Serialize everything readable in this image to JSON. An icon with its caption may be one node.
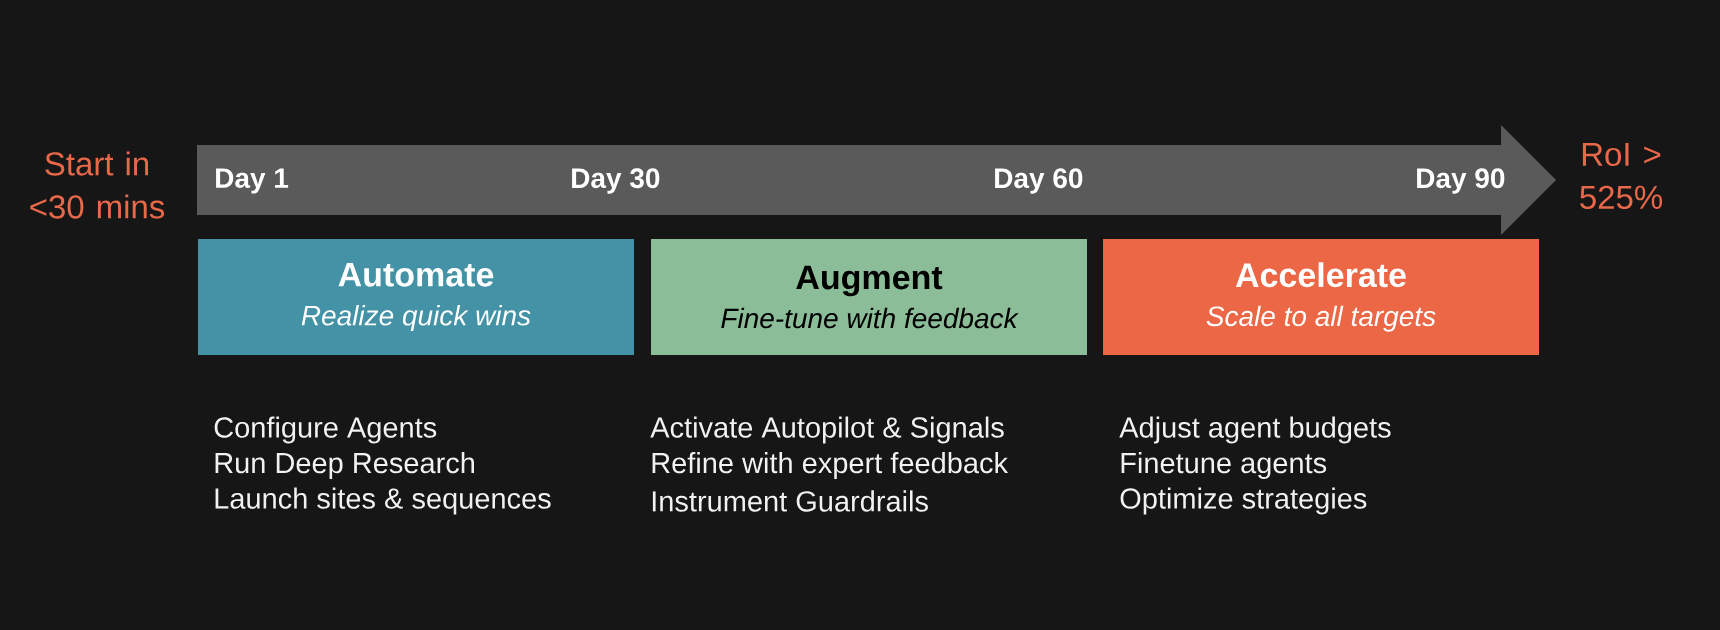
{
  "diagram": {
    "nodes": [
      {
        "text": [
          "Day 1",
          "Day 30",
          "Day 60",
          "Day 90"
        ]
      },
      {
        "text": [
          "Automate",
          "Realize quick wins"
        ],
        "beside": [
          "Configure Agents",
          "Run Deep Research",
          "Launch sites & sequences"
        ]
      },
      {
        "text": [
          "Augment",
          "Fine-tune with feedback"
        ],
        "beside": [
          "Activate Autopilot & Signals",
          "Refine with expert feedback",
          "Instrument Guardrails"
        ]
      },
      {
        "text": [
          "Accelerate",
          "Scale to all targets"
        ],
        "beside": [
          "Adjust agent budgets",
          "Finetune agents",
          "Optimize strategies"
        ]
      }
    ],
    "labels": [
      "Start in <30 mins",
      "RoI > 525%"
    ]
  }
}
